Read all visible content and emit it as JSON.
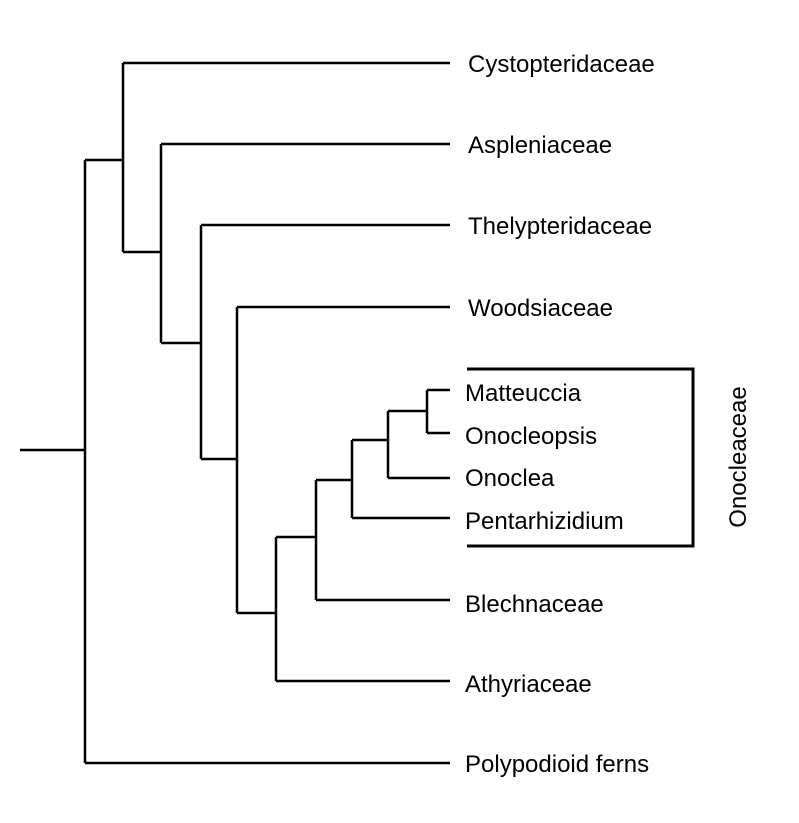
{
  "taxa": {
    "cystopteridaceae": "Cystopteridaceae",
    "aspleniaceae": "Aspleniaceae",
    "thelypteridaceae": "Thelypteridaceae",
    "woodsiaceae": "Woodsiaceae",
    "matteuccia": "Matteuccia",
    "onocleopsis": "Onocleopsis",
    "onoclea": "Onoclea",
    "pentarhizidium": "Pentarhizidium",
    "blechnaceae": "Blechnaceae",
    "athyriaceae": "Athyriaceae",
    "polypodioid": "Polypodioid ferns"
  },
  "clade_label": "Onocleaceae"
}
